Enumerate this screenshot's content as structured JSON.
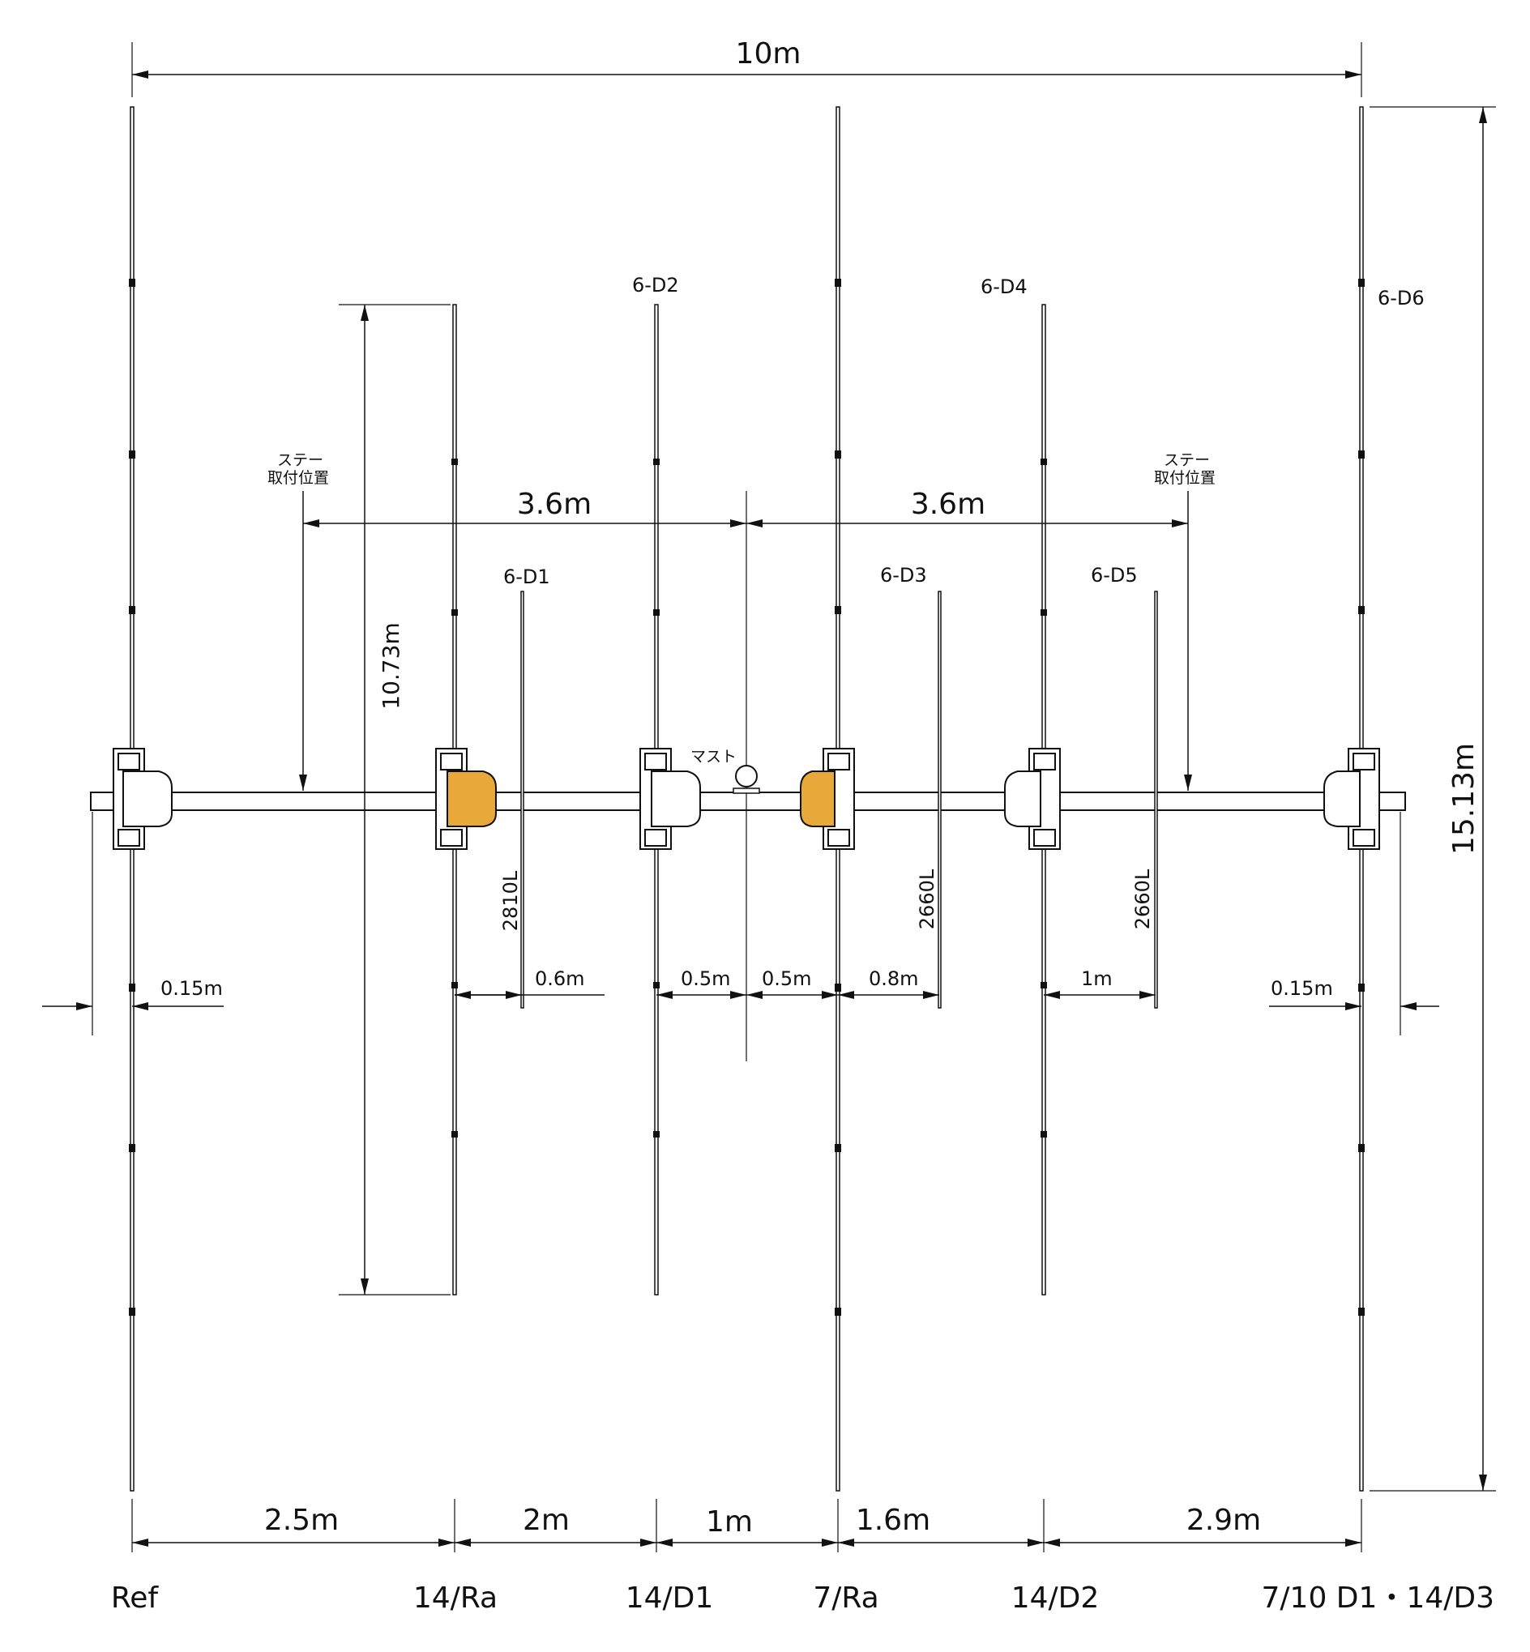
{
  "overall_width": "10m",
  "overall_height": "15.13m",
  "short_height": "10.73m",
  "stay_label_line1": "ステー",
  "stay_label_line2": "取付位置",
  "stay_spans": [
    "3.6m",
    "3.6m"
  ],
  "mast_label": "マスト",
  "director_labels": {
    "d1": "6-D1",
    "d2": "6-D2",
    "d3": "6-D3",
    "d4": "6-D4",
    "d5": "6-D5",
    "d6": "6-D6"
  },
  "lengths": {
    "d1": "2810L",
    "d3": "2660L",
    "d5": "2660L"
  },
  "offsets": {
    "left_overhang": "0.15m",
    "right_overhang": "0.15m",
    "d1": "0.6m",
    "d2_to_mast": "0.5m",
    "mast_to_ra7": "0.5m",
    "d3": "0.8m",
    "d5": "1m"
  },
  "spacings": [
    "2.5m",
    "2m",
    "1m",
    "1.6m",
    "2.9m"
  ],
  "elements": [
    "Ref",
    "14/Ra",
    "14/D1",
    "7/Ra",
    "14/D2",
    "7/10 D1・14/D3"
  ],
  "colors": {
    "line": "#111111",
    "highlight": "#e8a93a"
  }
}
